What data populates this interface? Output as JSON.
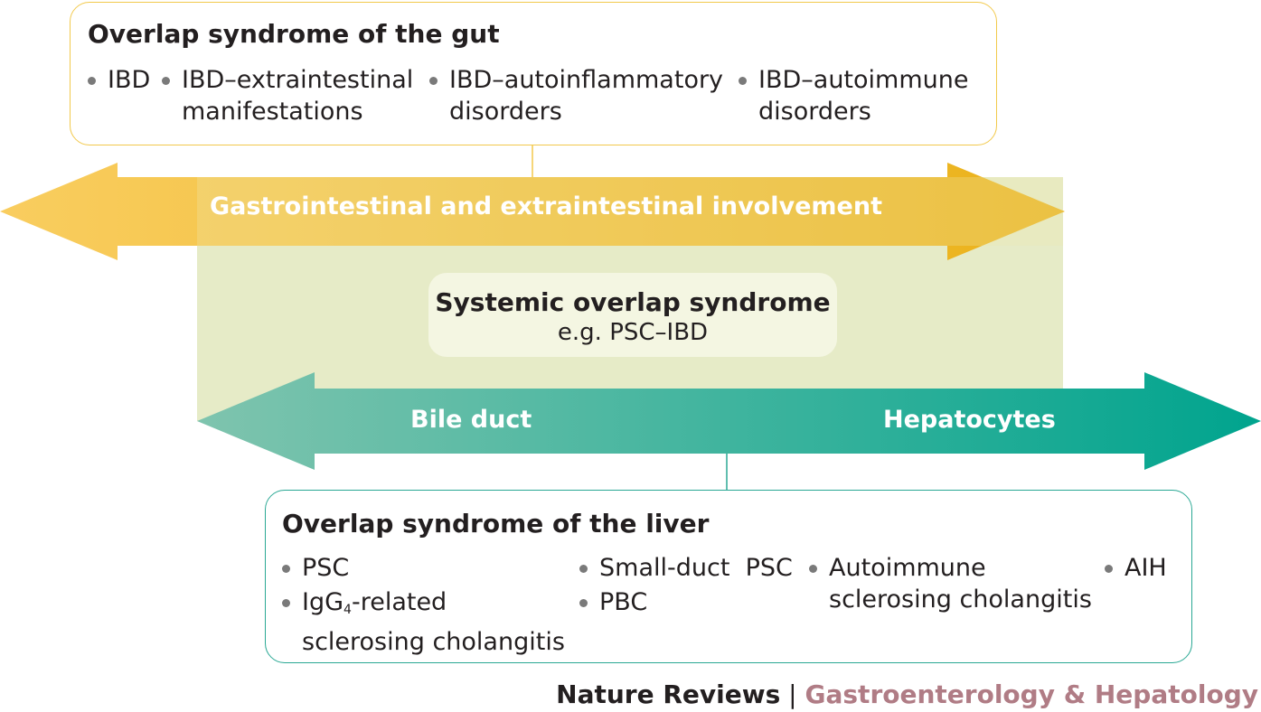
{
  "gut_box": {
    "title": "Overlap syndrome of the gut",
    "items": [
      {
        "line1": "IBD",
        "line2": ""
      },
      {
        "line1": "IBD–extraintestinal",
        "line2": "manifestations"
      },
      {
        "line1": "IBD–autoinflammatory",
        "line2": "disorders"
      },
      {
        "line1": "IBD–autoimmune",
        "line2": "disorders"
      }
    ]
  },
  "gi_arrow": {
    "label": "Gastrointestinal and extraintestinal involvement"
  },
  "systemic": {
    "title": "Systemic overlap syndrome",
    "example": "e.g. PSC–IBD"
  },
  "liver_arrow": {
    "left_label": "Bile duct",
    "right_label": "Hepatocytes"
  },
  "liver_box": {
    "title": "Overlap syndrome of the liver",
    "items": [
      {
        "line1": "PSC",
        "line2": ""
      },
      {
        "line1_pre": "IgG",
        "line1_sub": "4",
        "line1_post": "-related",
        "line2": "sclerosing cholangitis"
      },
      {
        "line1": "Small-duct  PSC",
        "line2": ""
      },
      {
        "line1": "PBC",
        "line2": ""
      },
      {
        "line1": "Autoimmune",
        "line2": "sclerosing cholangitis"
      },
      {
        "line1": "AIH",
        "line2": ""
      }
    ]
  },
  "footer": {
    "publisher": "Nature Reviews",
    "separator": "|",
    "journal": "Gastroenterology & Hepatology"
  },
  "colors": {
    "gut_border": "#f2c94c",
    "liver_border": "#2aa894",
    "gi_arrow_start": "#f9cd5f",
    "gi_arrow_end": "#ebb21a",
    "liver_arrow_start": "#7fc4ae",
    "liver_arrow_end": "#00a48e",
    "overlap_zone": "#e6ebc7",
    "journal_text": "#b07c85"
  }
}
